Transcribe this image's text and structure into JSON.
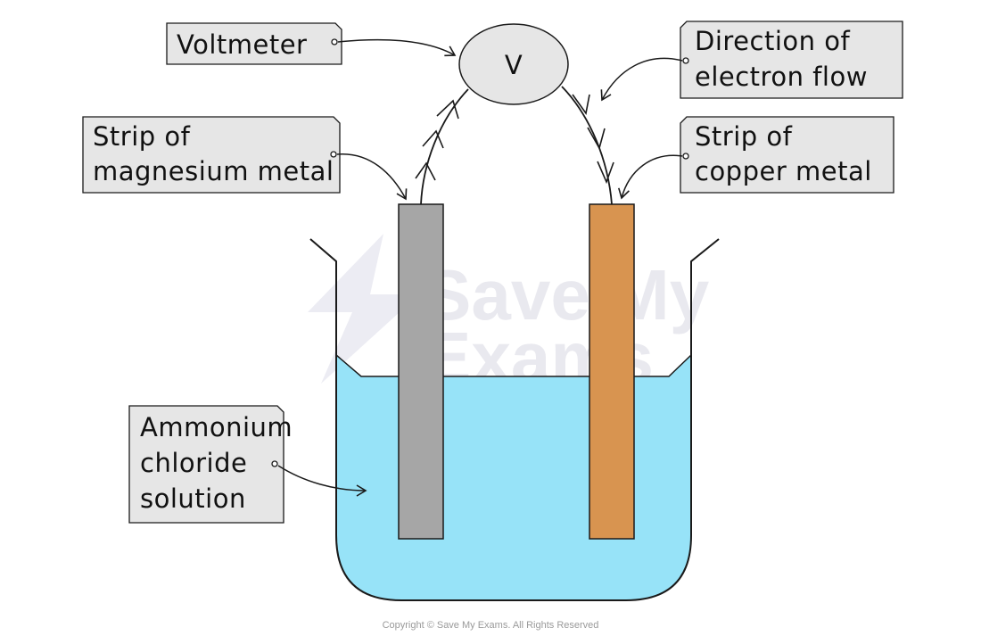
{
  "labels": {
    "voltmeter": "Voltmeter",
    "voltmeter_symbol": "V",
    "direction_line1": "Direction of",
    "direction_line2": "electron flow",
    "magnesium_line1": "Strip of",
    "magnesium_line2": "magnesium metal",
    "copper_line1": "Strip of",
    "copper_line2": "copper metal",
    "solution_line1": "Ammonium",
    "solution_line2": "chloride",
    "solution_line3": "solution"
  },
  "watermark": {
    "line1": "Save My",
    "line2": "Exams"
  },
  "copyright": "Copyright © Save My Exams. All Rights Reserved",
  "colors": {
    "solution": "#97e3f8",
    "magnesium": "#a6a6a6",
    "copper": "#d89450",
    "label_box": "#e6e6e6",
    "voltmeter_fill": "#e6e6e6",
    "outline": "#1a1a1a"
  }
}
